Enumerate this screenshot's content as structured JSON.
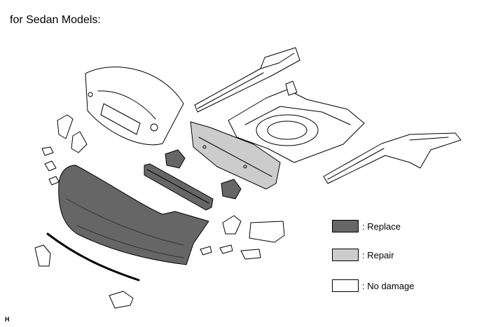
{
  "heading": "for Sedan Models:",
  "corner_mark": "H",
  "legend": [
    {
      "label": ": Replace",
      "color": "#666666"
    },
    {
      "label": ": Repair",
      "color": "#cccccc"
    },
    {
      "label": ": No damage",
      "color": "#ffffff"
    }
  ]
}
